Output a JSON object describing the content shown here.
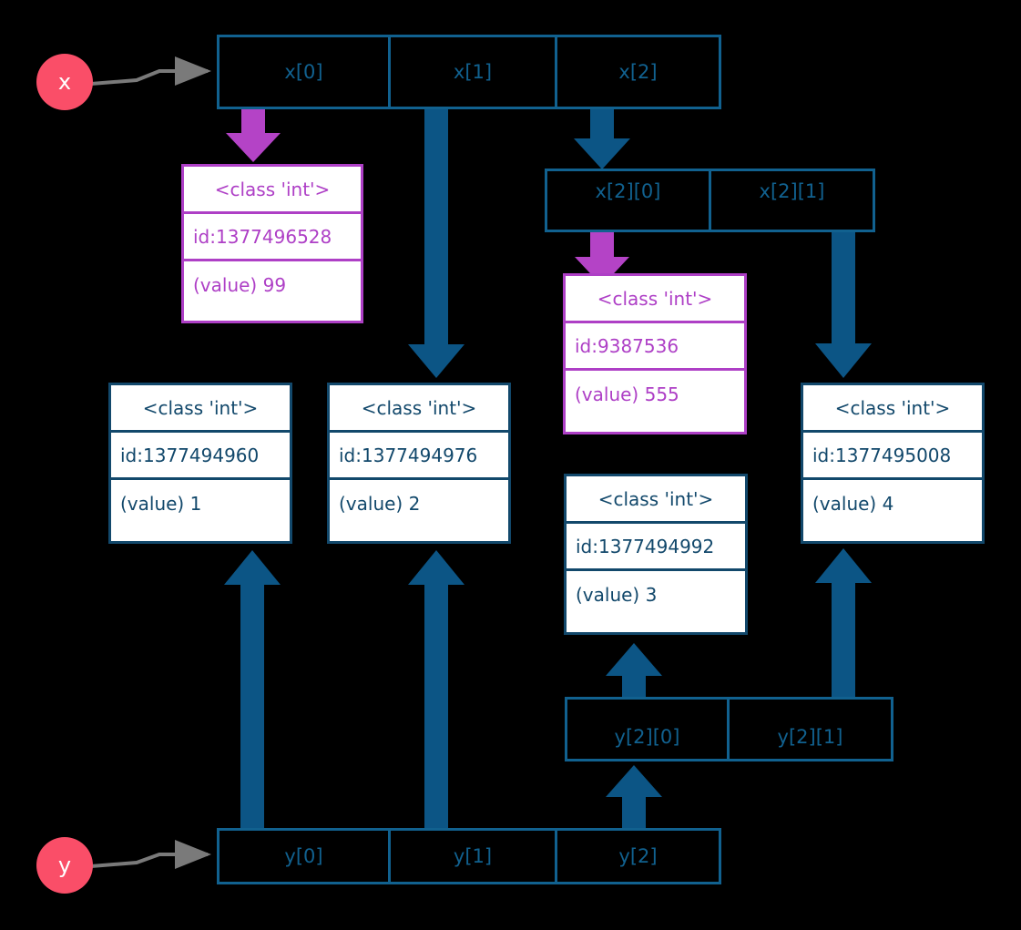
{
  "diagram": {
    "title": "python-list-aliasing-memory-diagram",
    "background": "#000000",
    "colors": {
      "teal_border": "#11618F",
      "teal_arrow": "#0C5585",
      "box_border": "#12486B",
      "purple": "#AE3FC6",
      "purple_arrow": "#B443C6",
      "pink_circle": "#FA4E68",
      "gray_arrow": "#7A7A7A",
      "box_fill": "#FFFFFF"
    }
  },
  "variables": [
    {
      "name": "x",
      "label": "x"
    },
    {
      "name": "y",
      "label": "y"
    }
  ],
  "arrays": {
    "x": {
      "name": "x",
      "cells": [
        {
          "label": "x[0]"
        },
        {
          "label": "x[1]"
        },
        {
          "label": "x[2]"
        }
      ]
    },
    "x2": {
      "name": "x[2]",
      "cells": [
        {
          "label": "x[2][0]"
        },
        {
          "label": "x[2][1]"
        }
      ]
    },
    "y": {
      "name": "y",
      "cells": [
        {
          "label": "y[0]"
        },
        {
          "label": "y[1]"
        },
        {
          "label": "y[2]"
        }
      ]
    },
    "y2": {
      "name": "y[2]",
      "cells": [
        {
          "label": "y[2][0]"
        },
        {
          "label": "y[2][1]"
        }
      ]
    }
  },
  "objects": {
    "int99": {
      "type": "<class 'int'>",
      "id": "id:1377496528",
      "value": "(value) 99",
      "color": "purple"
    },
    "int555": {
      "type": "<class 'int'>",
      "id": "id:9387536",
      "value": "(value) 555",
      "color": "purple"
    },
    "int1": {
      "type": "<class 'int'>",
      "id": "id:1377494960",
      "value": "(value) 1",
      "color": "teal"
    },
    "int2": {
      "type": "<class 'int'>",
      "id": "id:1377494976",
      "value": "(value) 2",
      "color": "teal"
    },
    "int3": {
      "type": "<class 'int'>",
      "id": "id:1377494992",
      "value": "(value) 3",
      "color": "teal"
    },
    "int4": {
      "type": "<class 'int'>",
      "id": "id:1377495008",
      "value": "(value) 4",
      "color": "teal"
    }
  },
  "edges": [
    {
      "from": "x",
      "to": "x-array",
      "style": "gray-thin"
    },
    {
      "from": "x[0]",
      "to": "int99",
      "style": "purple-thick-down"
    },
    {
      "from": "x[1]",
      "to": "int2",
      "style": "teal-thick-down"
    },
    {
      "from": "x[2]",
      "to": "x2-array",
      "style": "teal-thick-down"
    },
    {
      "from": "x[2][0]",
      "to": "int555",
      "style": "purple-thick-down"
    },
    {
      "from": "x[2][1]",
      "to": "int4",
      "style": "teal-thick-down"
    },
    {
      "from": "y",
      "to": "y-array",
      "style": "gray-thin"
    },
    {
      "from": "y[0]",
      "to": "int1",
      "style": "teal-thick-up"
    },
    {
      "from": "y[1]",
      "to": "int2",
      "style": "teal-thick-up"
    },
    {
      "from": "y[2]",
      "to": "y2-array",
      "style": "teal-thick-up"
    },
    {
      "from": "y[2][0]",
      "to": "int3",
      "style": "teal-thick-up"
    },
    {
      "from": "y[2][1]",
      "to": "int4",
      "style": "teal-thick-up"
    }
  ]
}
